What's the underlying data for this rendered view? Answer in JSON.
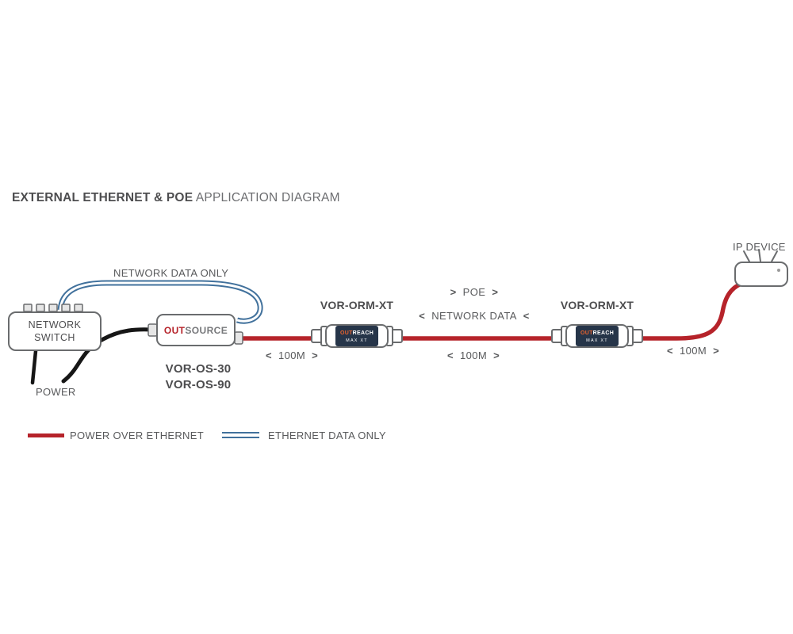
{
  "title": {
    "emphasis": "EXTERNAL ETHERNET & POE",
    "rest": " APPLICATION DIAGRAM"
  },
  "switch": {
    "line1": "NETWORK",
    "line2": "SWITCH"
  },
  "outsource": {
    "brand_out": "OUT",
    "brand_source": "SOURCE",
    "model1": "VOR-OS-30",
    "model2": "VOR-OS-90"
  },
  "orm": {
    "label": "VOR-ORM-XT",
    "brand_out": "OUT",
    "brand_reach": "REACH",
    "brand_line2": "MAX XT"
  },
  "ip_device": {
    "label": "IP DEVICE"
  },
  "flow": {
    "network_data_only": "NETWORK DATA ONLY",
    "power": "POWER",
    "poe": {
      "left": ">",
      "text": "POE",
      "right": ">"
    },
    "network_data": {
      "left": "<",
      "text": "NETWORK DATA",
      "right": "<"
    },
    "distances": [
      {
        "left": "<",
        "text": "100M",
        "right": ">"
      },
      {
        "left": "<",
        "text": "100M",
        "right": ">"
      },
      {
        "left": "<",
        "text": "100M",
        "right": ">"
      }
    ]
  },
  "legend": {
    "poe": "POWER OVER ETHERNET",
    "data": "ETHERNET DATA ONLY"
  },
  "colors": {
    "poe_red": "#b6232a",
    "data_blue": "#41719c",
    "cable_black": "#161616",
    "text_gray": "#58595b",
    "device_band_navy": "#263549"
  }
}
